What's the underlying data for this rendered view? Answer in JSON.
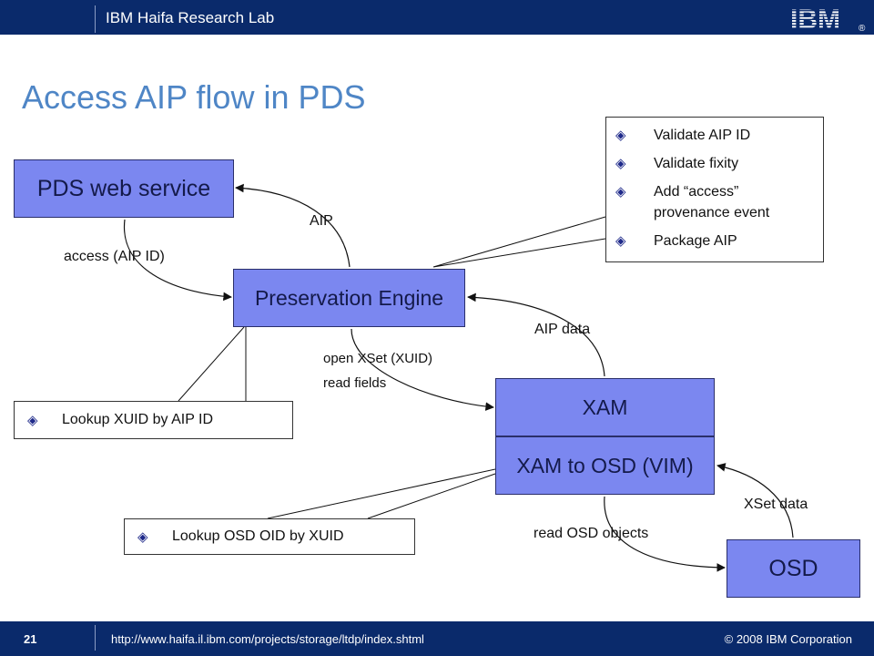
{
  "header": {
    "lab": "IBM Haifa Research Lab",
    "logo_text": "IBM",
    "logo_mark": "®"
  },
  "title": "Access AIP flow in PDS",
  "nodes": {
    "pds_web_service": "PDS web service",
    "preservation_engine": "Preservation Engine",
    "xam": "XAM",
    "xam_to_osd": "XAM to OSD (VIM)",
    "osd": "OSD"
  },
  "edge_labels": {
    "access": "access (AIP ID)",
    "aip": "AIP",
    "aip_data": "AIP data",
    "open_xset": "open XSet (XUID)",
    "read_fields": "read fields",
    "xset_data": "XSet data",
    "read_osd_objects": "read OSD objects"
  },
  "notes": {
    "bullet_icon": "diamond-bullet",
    "steps": [
      "Validate AIP ID",
      "Validate fixity",
      "Add “access” provenance event",
      "Package AIP"
    ],
    "lookup_xuid": "Lookup XUID by AIP ID",
    "lookup_oid": "Lookup OSD OID by XUID"
  },
  "footer": {
    "page": "21",
    "url": "http://www.haifa.il.ibm.com/projects/storage/ltdp/index.shtml",
    "copyright": "© 2008 IBM Corporation"
  },
  "colors": {
    "bar": "#0a2a6b",
    "title": "#4f86c6",
    "node_fill": "#7b87f0",
    "bullet": "#1f2a8a"
  }
}
